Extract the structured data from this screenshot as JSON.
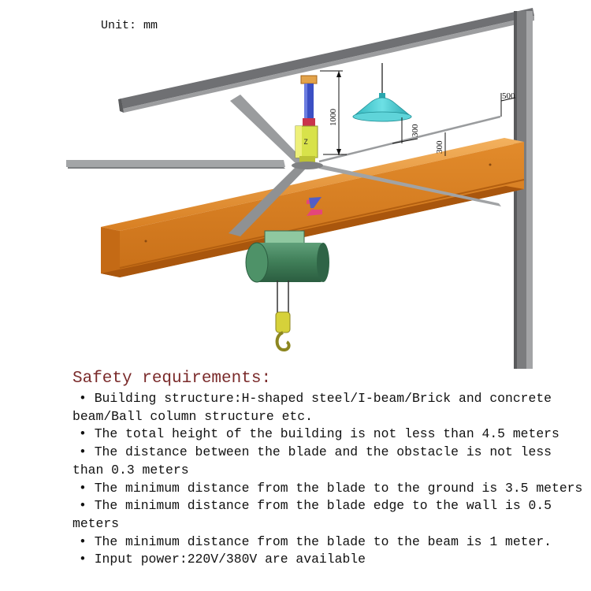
{
  "unit_label": "Unit: mm",
  "dimensions": {
    "beam_clearance": "1000",
    "obstacle_clearance_light": "300",
    "obstacle_clearance_beam": "300",
    "wall_clearance": "500"
  },
  "logo_letter": "Z",
  "safety": {
    "title": "Safety requirements:",
    "bullet": "•",
    "items": [
      "Building structure:H-shaped steel/I-beam/Brick and concrete beam/Ball column structure etc.",
      "The total height of the building is not less than 4.5 meters",
      "The distance between the blade and the obstacle is not less than 0.3 meters",
      "The minimum distance from the blade to the ground is 3.5 meters",
      "The minimum distance from the blade edge to the wall is 0.5 meters",
      "The minimum distance from the blade to the beam is 1 meter.",
      "Input power:220V/380V are available"
    ]
  },
  "colors": {
    "steel": "#7d7e80",
    "beam": "#e08a2c",
    "lamp": "#3ec9cf",
    "hoist": "#3f7d57",
    "blade": "#9a9c9e",
    "title": "#7a2a2a"
  }
}
